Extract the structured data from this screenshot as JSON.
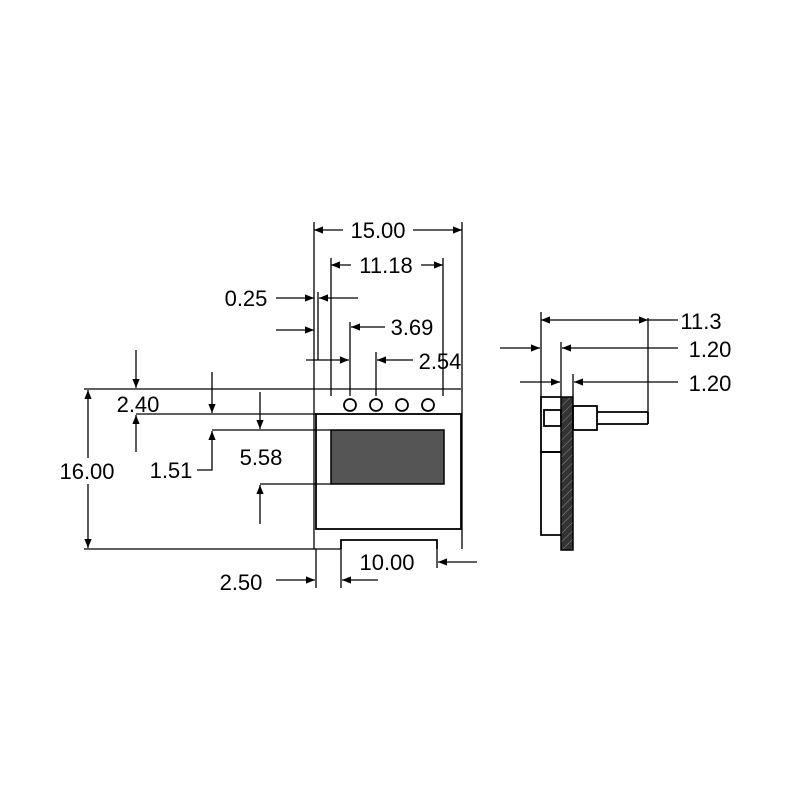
{
  "colors": {
    "line": "#000000",
    "display_fill": "#555555",
    "board_fill": "#333333",
    "background": "#ffffff"
  },
  "front_view": {
    "dims": {
      "overall_width": "15.00",
      "window_span": "11.18",
      "edge_offset": "0.25",
      "pin_offset": "3.69",
      "pin_pitch": "2.54",
      "top_band": "2.40",
      "window_gap": "1.51",
      "window_height": "5.58",
      "overall_height": "16.00",
      "tab_offset": "2.50",
      "tab_width": "10.00"
    }
  },
  "side_view": {
    "dims": {
      "pin_length": "11.3",
      "board_thickness_a": "1.20",
      "board_thickness_b": "1.20"
    }
  }
}
